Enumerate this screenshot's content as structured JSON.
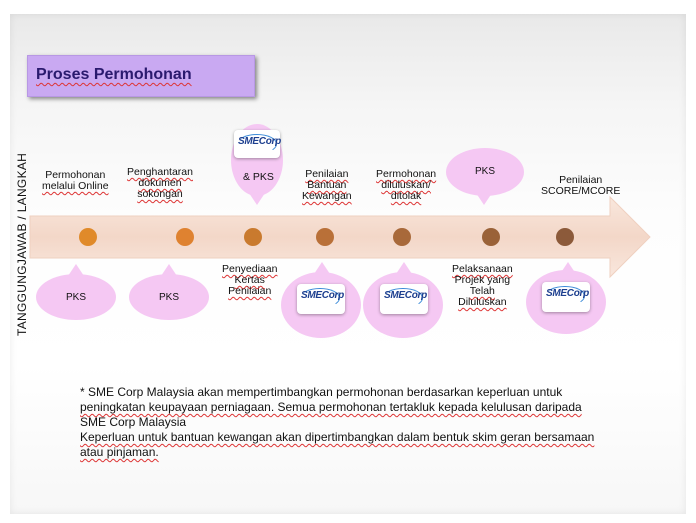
{
  "title": "Proses Permohonan",
  "side_label": "TANGGUNGJAWAB / LANGKAH",
  "colors": {
    "title_bg": "#c9a9f2",
    "arrow": "#f4dccf",
    "bubble": "#f5c8f3",
    "dots": [
      "#e08a2a",
      "#df8230",
      "#c97a2e",
      "#b97038",
      "#a8693a",
      "#9a6238",
      "#8c5a3a"
    ]
  },
  "logo_label": "SMECorp",
  "top_labels": [
    [
      "Permohonan",
      "melalui Online"
    ],
    [
      "Penghantaran",
      "dokumen",
      "sokongan"
    ],
    [
      "& PKS"
    ],
    [
      "Penilaian",
      "Bantuan",
      "Kewangan"
    ],
    [
      "Permohonan",
      "diluluskan/",
      "ditolak"
    ],
    [
      "PKS"
    ],
    [
      "Penilaian",
      "SCORE/MCORE"
    ]
  ],
  "bottom_labels": {
    "pks_1": "PKS",
    "pks_2": "PKS",
    "penyediaan": [
      "Penyediaan",
      "Kertas",
      "Penilaian"
    ],
    "pelaksanaan": [
      "Pelaksanaan",
      "Projek yang",
      "Telah",
      "Diluluskan"
    ]
  },
  "note": [
    "* SME Corp Malaysia akan mempertimbangkan permohonan berdasarkan keperluan untuk",
    "peningkatan keupayaan perniagaan. Semua permohonan tertakluk kepada kelulusan daripada",
    "SME Corp Malaysia",
    "Keperluan untuk bantuan kewangan akan dipertimbangkan dalam bentuk skim geran bersamaan",
    "atau pinjaman."
  ]
}
